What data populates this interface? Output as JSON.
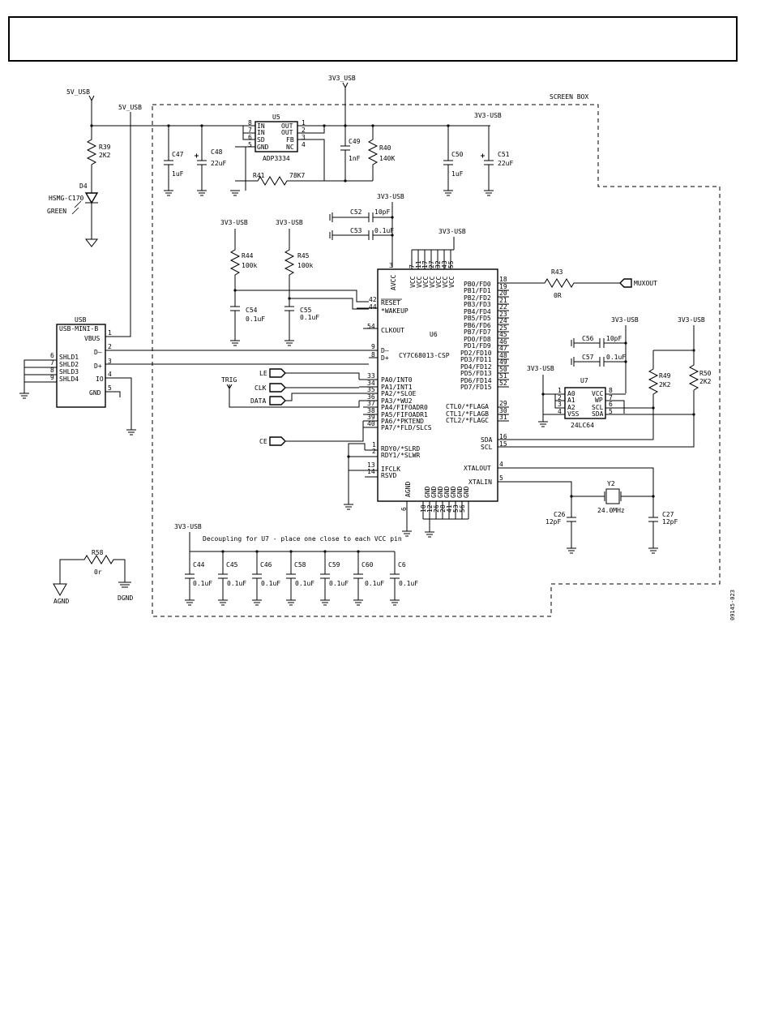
{
  "figure_id": "09145-023",
  "screen_box_label": "SCREEN BOX",
  "nets": {
    "v5": "5V_USB",
    "v3": "3V3_USB",
    "v3b": "3V3-USB"
  },
  "connector": {
    "name": "USB",
    "part": "USB-MINI-B",
    "pins": [
      {
        "num": "1",
        "label": "VBUS"
      },
      {
        "num": "2",
        "label": "D–"
      },
      {
        "num": "3",
        "label": "D+"
      },
      {
        "num": "4",
        "label": "IO"
      },
      {
        "num": "5",
        "label": "GND"
      }
    ],
    "shield_pins": [
      {
        "num": "6",
        "label": "SHLD1"
      },
      {
        "num": "7",
        "label": "SHLD2"
      },
      {
        "num": "8",
        "label": "SHLD3"
      },
      {
        "num": "9",
        "label": "SHLD4"
      }
    ]
  },
  "led": {
    "ref": "D4",
    "part": "HSMG-C170",
    "color": "GREEN"
  },
  "regulator": {
    "ref": "U5",
    "part": "ADP3334",
    "left_pins": [
      {
        "num": "8",
        "label": "IN"
      },
      {
        "num": "7",
        "label": "IN"
      },
      {
        "num": "6",
        "label": "SD"
      },
      {
        "num": "5",
        "label": "GND"
      }
    ],
    "right_pins": [
      {
        "num": "1",
        "label": "OUT"
      },
      {
        "num": "2",
        "label": "OUT"
      },
      {
        "num": "3",
        "label": "FB"
      },
      {
        "num": "4",
        "label": "NC"
      }
    ]
  },
  "mcu": {
    "ref": "U6",
    "part": "CY7C68013-CSP",
    "top_pins": [
      {
        "num": "3",
        "label": "AVCC"
      },
      {
        "num": "7",
        "label": "VCC"
      },
      {
        "num": "11",
        "label": "VCC"
      },
      {
        "num": "17",
        "label": "VCC"
      },
      {
        "num": "27",
        "label": "VCC"
      },
      {
        "num": "32",
        "label": "VCC"
      },
      {
        "num": "43",
        "label": "VCC"
      },
      {
        "num": "55",
        "label": "VCC"
      }
    ],
    "left_pins": [
      {
        "num": "42",
        "label": "RESET"
      },
      {
        "num": "44",
        "label": "*WAKEUP"
      },
      {
        "num": "54",
        "label": "CLKOUT"
      },
      {
        "num": "9",
        "label": "D–"
      },
      {
        "num": "8",
        "label": "D+"
      },
      {
        "num": "33",
        "label": "PA0/INT0"
      },
      {
        "num": "34",
        "label": "PA1/INT1"
      },
      {
        "num": "35",
        "label": "PA2/*SLOE"
      },
      {
        "num": "36",
        "label": "PA3/*WU2"
      },
      {
        "num": "37",
        "label": "PA4/FIFOADR0"
      },
      {
        "num": "38",
        "label": "PA5/FIFOADR1"
      },
      {
        "num": "39",
        "label": "PA6/*PKTEND"
      },
      {
        "num": "40",
        "label": "PA7/*FLD/SLCS"
      },
      {
        "num": "1",
        "label": "RDY0/*SLRD"
      },
      {
        "num": "2",
        "label": "RDY1/*SLWR"
      },
      {
        "num": "13",
        "label": "IFCLK"
      },
      {
        "num": "14",
        "label": "RSVD"
      }
    ],
    "right_pins": [
      {
        "num": "18",
        "label": "PB0/FD0"
      },
      {
        "num": "19",
        "label": "PB1/FD1"
      },
      {
        "num": "20",
        "label": "PB2/FD2"
      },
      {
        "num": "21",
        "label": "PB3/FD3"
      },
      {
        "num": "22",
        "label": "PB4/FD4"
      },
      {
        "num": "23",
        "label": "PB5/FD5"
      },
      {
        "num": "24",
        "label": "PB6/FD6"
      },
      {
        "num": "25",
        "label": "PB7/FD7"
      },
      {
        "num": "45",
        "label": "PD0/FD8"
      },
      {
        "num": "46",
        "label": "PD1/FD9"
      },
      {
        "num": "47",
        "label": "PD2/FD10"
      },
      {
        "num": "48",
        "label": "PD3/FD11"
      },
      {
        "num": "49",
        "label": "PD4/FD12"
      },
      {
        "num": "50",
        "label": "PD5/FD13"
      },
      {
        "num": "51",
        "label": "PD6/FD14"
      },
      {
        "num": "52",
        "label": "PD7/FD15"
      },
      {
        "num": "29",
        "label": "CTL0/*FLAGA"
      },
      {
        "num": "30",
        "label": "CTL1/*FLAGB"
      },
      {
        "num": "31",
        "label": "CTL2/*FLAGC"
      },
      {
        "num": "16",
        "label": "SDA"
      },
      {
        "num": "15",
        "label": "SCL"
      },
      {
        "num": "4",
        "label": "XTALOUT"
      },
      {
        "num": "5",
        "label": "XTALIN"
      }
    ],
    "bottom_pins": [
      {
        "num": "6",
        "label": "AGND"
      },
      {
        "num": "10",
        "label": "GND"
      },
      {
        "num": "12",
        "label": "GND"
      },
      {
        "num": "26",
        "label": "GND"
      },
      {
        "num": "28",
        "label": "GND"
      },
      {
        "num": "41",
        "label": "GND"
      },
      {
        "num": "53",
        "label": "GND"
      },
      {
        "num": "56",
        "label": "GND"
      }
    ]
  },
  "eeprom": {
    "ref": "U7",
    "part": "24LC64",
    "left_pins": [
      {
        "num": "1",
        "label": "A0"
      },
      {
        "num": "2",
        "label": "A1"
      },
      {
        "num": "3",
        "label": "A2"
      },
      {
        "num": "4",
        "label": "VSS"
      }
    ],
    "right_pins": [
      {
        "num": "8",
        "label": "VCC"
      },
      {
        "num": "7",
        "label": "WP"
      },
      {
        "num": "6",
        "label": "SCL"
      },
      {
        "num": "5",
        "label": "SDA"
      }
    ]
  },
  "crystal": {
    "ref": "Y2",
    "value": "24.0MHz"
  },
  "signals": {
    "le": "LE",
    "clk": "CLK",
    "data": "DATA",
    "trig": "TRIG",
    "ce": "CE",
    "muxout": "MUXOUT"
  },
  "resistors": {
    "r39": {
      "ref": "R39",
      "value": "2K2"
    },
    "r40": {
      "ref": "R40",
      "value": "140K"
    },
    "r41": {
      "ref": "R41",
      "value": "78K7"
    },
    "r43": {
      "ref": "R43",
      "value": "0R"
    },
    "r44": {
      "ref": "R44",
      "value": "100k"
    },
    "r45": {
      "ref": "R45",
      "value": "100k"
    },
    "r49": {
      "ref": "R49",
      "value": "2K2"
    },
    "r50": {
      "ref": "R50",
      "value": "2K2"
    },
    "r58": {
      "ref": "R58",
      "value": "0r"
    }
  },
  "capacitors": {
    "c47": {
      "ref": "C47",
      "value": "1uF"
    },
    "c48": {
      "ref": "C48",
      "value": "22uF"
    },
    "c49": {
      "ref": "C49",
      "value": "1nF"
    },
    "c50": {
      "ref": "C50",
      "value": "1uF"
    },
    "c51": {
      "ref": "C51",
      "value": "22uF"
    },
    "c52": {
      "ref": "C52",
      "value": "10pF"
    },
    "c53": {
      "ref": "C53",
      "value": "0.1uF"
    },
    "c54": {
      "ref": "C54",
      "value": "0.1uF"
    },
    "c55": {
      "ref": "C55",
      "value": "0.1uF"
    },
    "c56": {
      "ref": "C56",
      "value": "10pF"
    },
    "c57": {
      "ref": "C57",
      "value": "0.1uF"
    },
    "c26": {
      "ref": "C26",
      "value": "12pF"
    },
    "c27": {
      "ref": "C27",
      "value": "12pF"
    }
  },
  "decoupling": {
    "net": "3V3-USB",
    "note": "Decoupling for U7 - place one close to each VCC pin",
    "caps": [
      {
        "ref": "C44",
        "value": "0.1uF"
      },
      {
        "ref": "C45",
        "value": "0.1uF"
      },
      {
        "ref": "C46",
        "value": "0.1uF"
      },
      {
        "ref": "C58",
        "value": "0.1uF"
      },
      {
        "ref": "C59",
        "value": "0.1uF"
      },
      {
        "ref": "C60",
        "value": "0.1uF"
      },
      {
        "ref": "C6",
        "value": "0.1uF"
      }
    ]
  },
  "grounds": {
    "agnd": "AGND",
    "dgnd": "DGND"
  }
}
